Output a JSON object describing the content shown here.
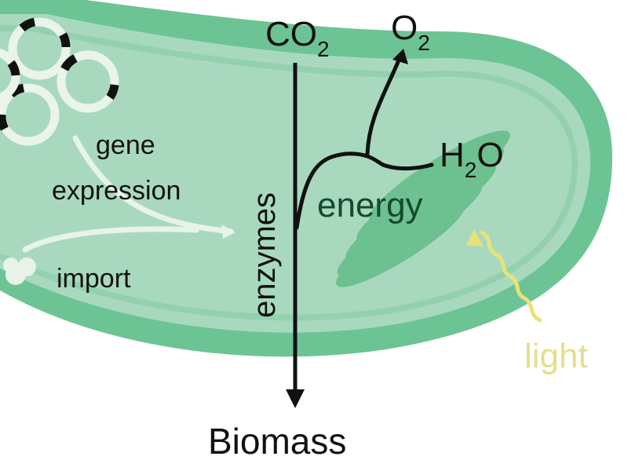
{
  "labels": {
    "co2_main": "CO",
    "co2_sub": "2",
    "o2_main": "O",
    "o2_sub": "2",
    "h2o_h": "H",
    "h2o_sub": "2",
    "h2o_o": "O",
    "gene_line1": "gene",
    "gene_line2": "expression",
    "import": "import",
    "enzymes": "enzymes",
    "energy": "energy",
    "light": "light",
    "biomass": "Biomass"
  },
  "colors": {
    "cell_fill": "#a8d9bf",
    "cell_border": "#6cc494",
    "thylakoid": "#5ab880",
    "arrow": "#111111",
    "light_label": "#e3e08e",
    "light_wave": "#e8e27a",
    "gene_arrow": "#e7f3e9",
    "plasmid_ring": "#eaf4ea",
    "plasmid_mark": "#111111",
    "energy_label": "#134a2e"
  }
}
